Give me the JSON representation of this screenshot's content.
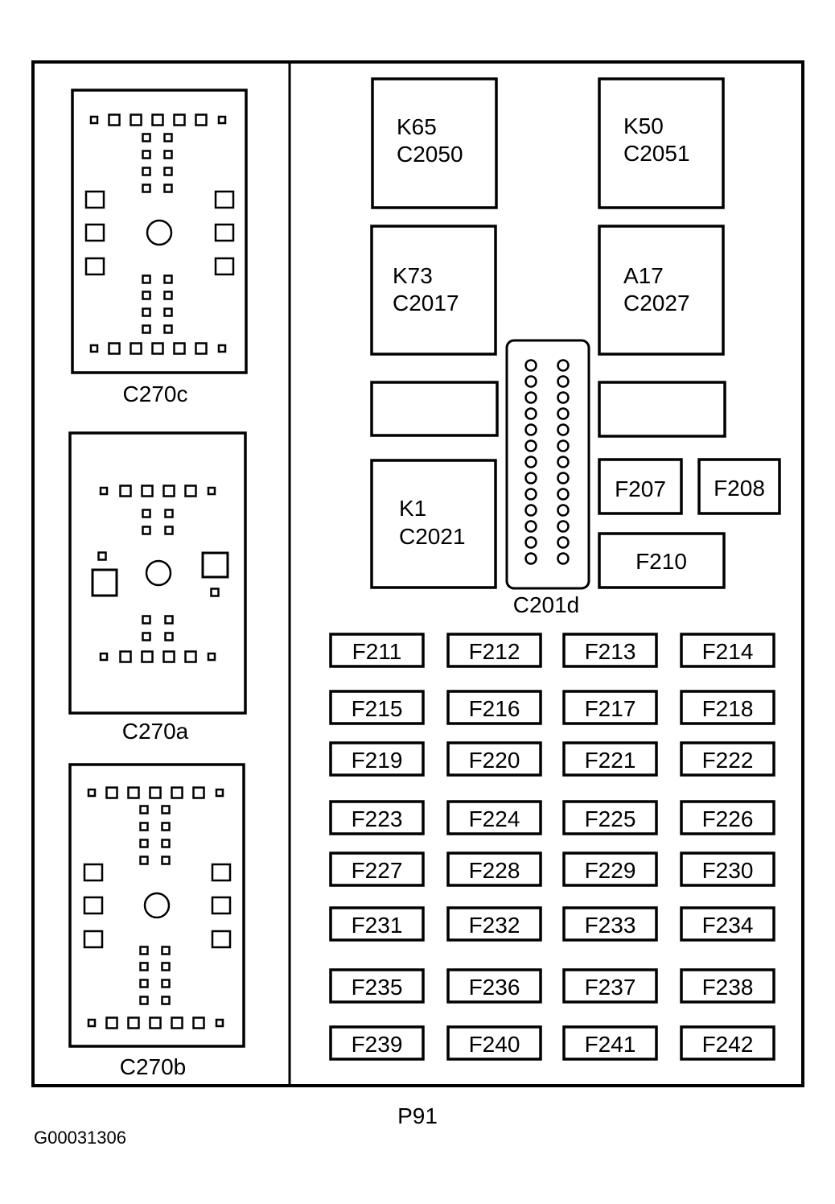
{
  "diagram_id": "P91",
  "image_code": "G00031306",
  "connectors": {
    "c270c": "C270c",
    "c270a": "C270a",
    "c270b": "C270b",
    "c201d": "C201d"
  },
  "relays": [
    {
      "id": "K65",
      "connector": "C2050"
    },
    {
      "id": "K50",
      "connector": "C2051"
    },
    {
      "id": "K73",
      "connector": "C2017"
    },
    {
      "id": "A17",
      "connector": "C2027"
    },
    {
      "id": "K1",
      "connector": "C2021"
    }
  ],
  "small_fuses": [
    "F207",
    "F208",
    "F210"
  ],
  "fuse_grid": [
    [
      "F211",
      "F212",
      "F213",
      "F214"
    ],
    [
      "F215",
      "F216",
      "F217",
      "F218"
    ],
    [
      "F219",
      "F220",
      "F221",
      "F222"
    ],
    [
      "F223",
      "F224",
      "F225",
      "F226"
    ],
    [
      "F227",
      "F228",
      "F229",
      "F230"
    ],
    [
      "F231",
      "F232",
      "F233",
      "F234"
    ],
    [
      "F235",
      "F236",
      "F237",
      "F238"
    ],
    [
      "F239",
      "F240",
      "F241",
      "F242"
    ]
  ]
}
